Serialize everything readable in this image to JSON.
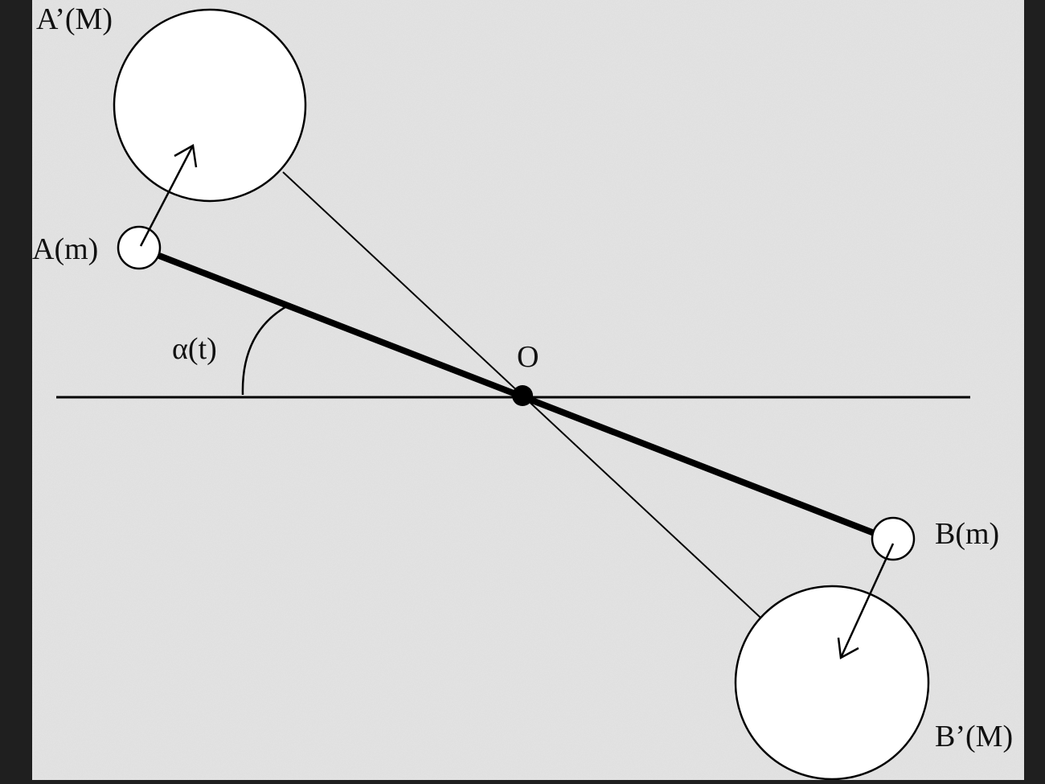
{
  "labels": {
    "a_prime": "A’(M)",
    "a": "A(m)",
    "alpha": "α(t)",
    "o": "O",
    "b": "B(m)",
    "b_prime": "B’(M)"
  },
  "colors": {
    "background": "#e4e4e4",
    "frame": "#1f1f1f",
    "ink": "#000000",
    "fill": "#ffffff"
  }
}
